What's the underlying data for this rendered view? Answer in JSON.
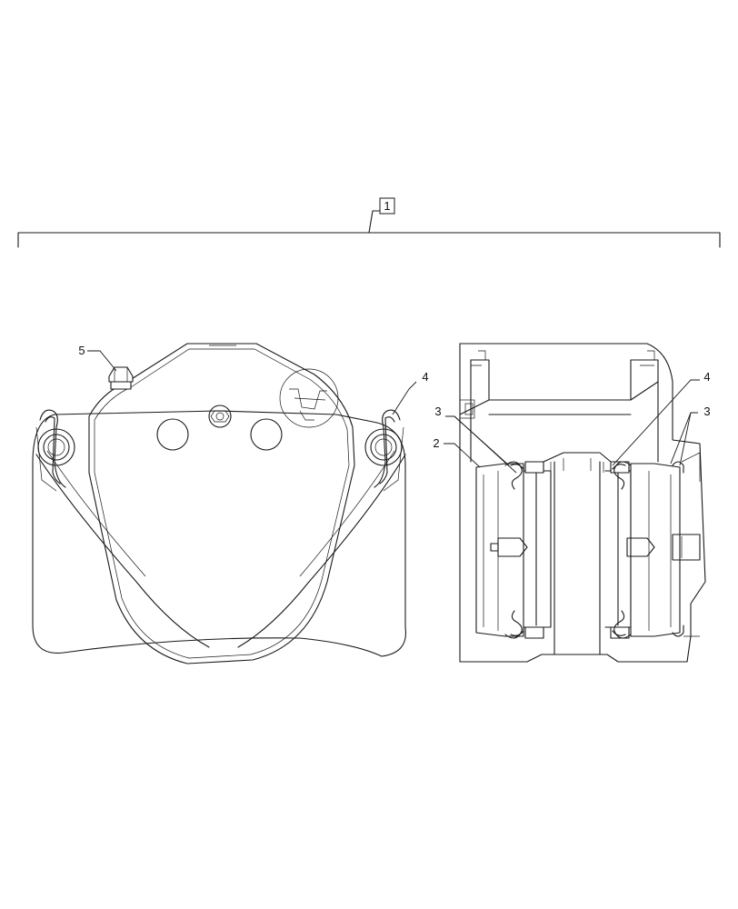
{
  "diagram": {
    "callouts": {
      "assembly": "1",
      "pad": "2",
      "spring_left": "3",
      "spring_right": "3",
      "pin_left": "4",
      "pin_right": "4",
      "bleeder": "5"
    }
  }
}
